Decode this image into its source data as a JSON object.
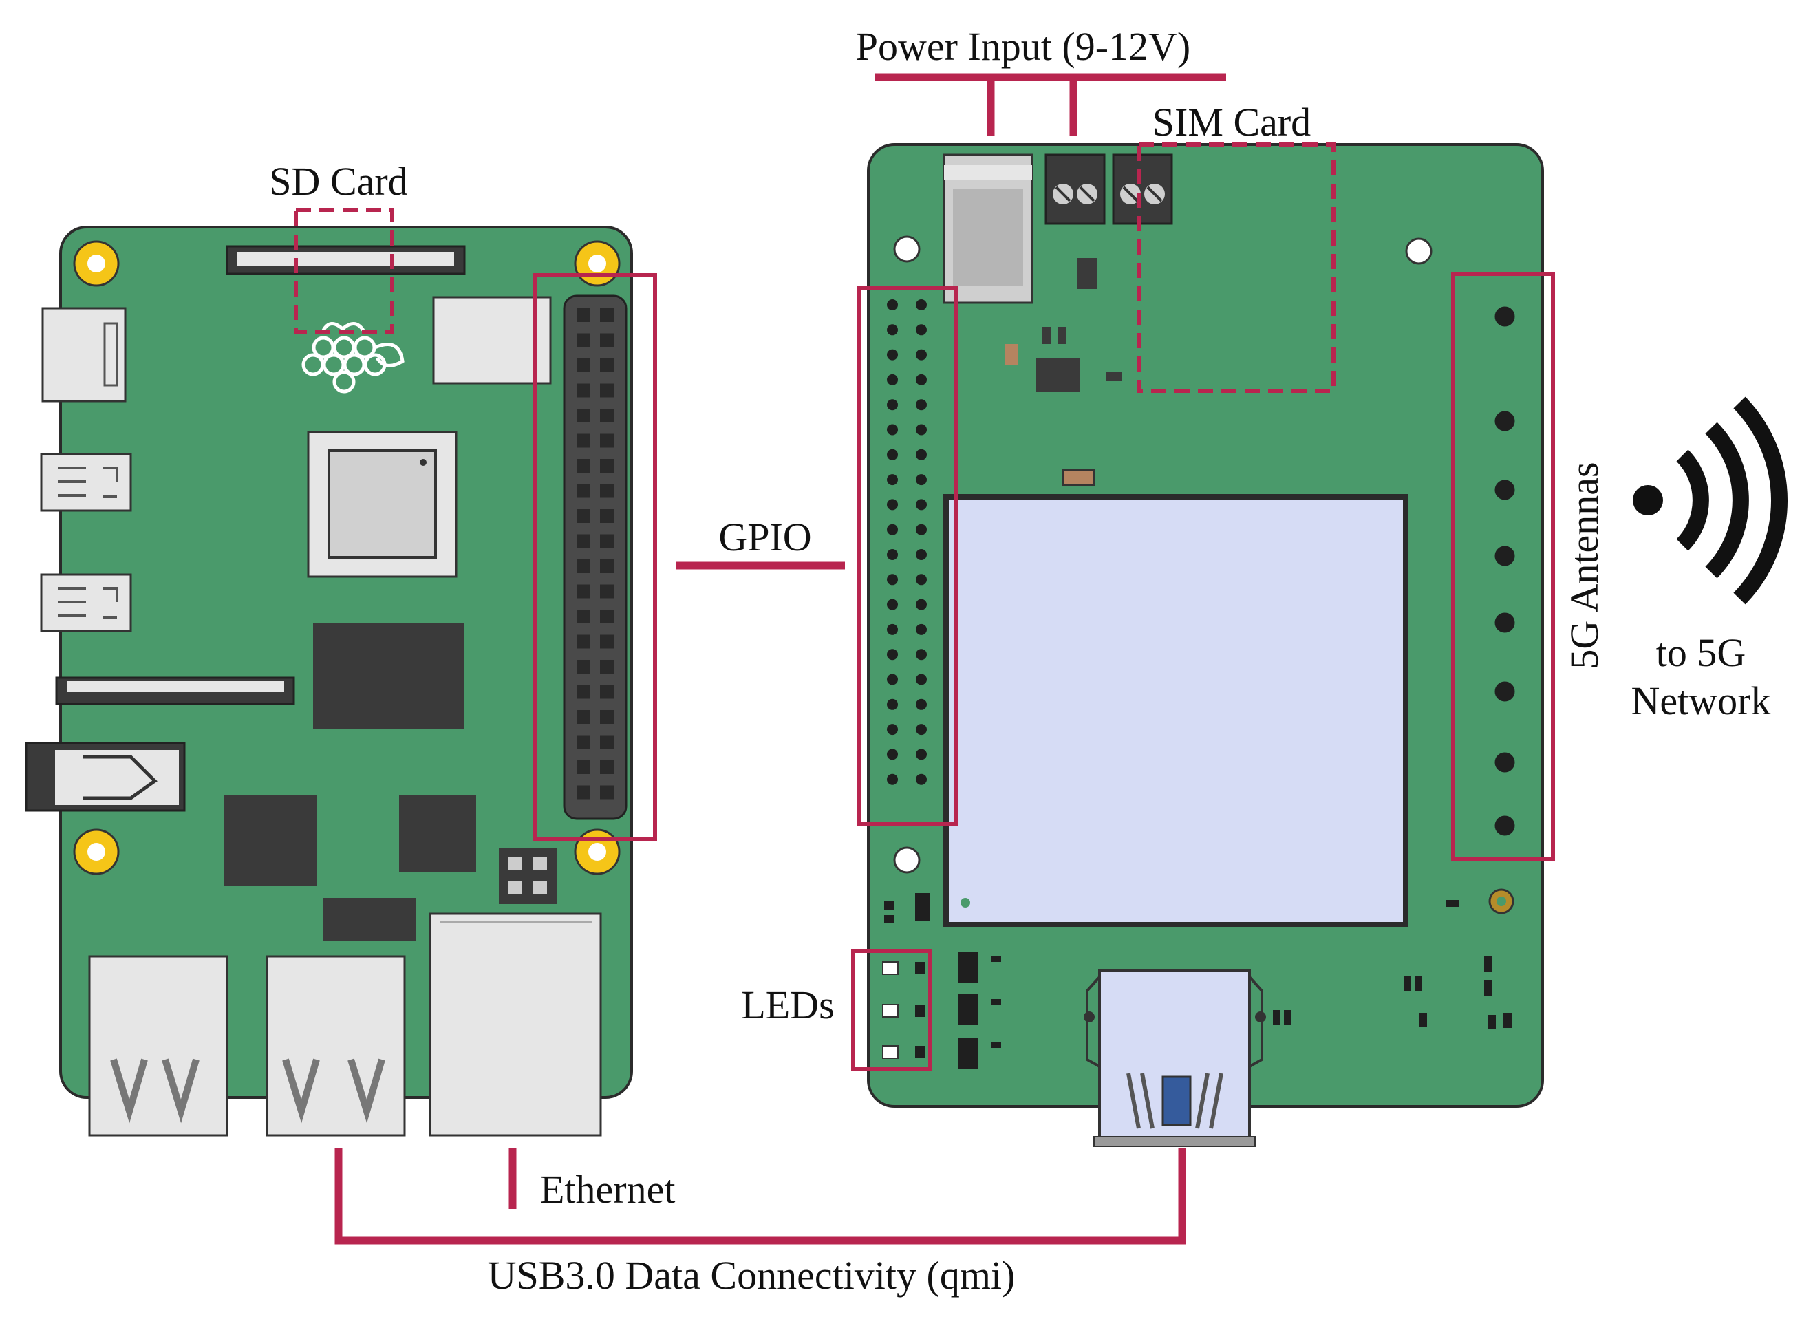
{
  "labels": {
    "sd_card": "SD Card",
    "power_input": "Power Input (9-12V)",
    "sim_card": "SIM Card",
    "gpio": "GPIO",
    "antennas": "5G Antennas",
    "network_line1": "to 5G",
    "network_line2": "Network",
    "leds": "LEDs",
    "ethernet": "Ethernet",
    "usb": "USB3.0 Data Connectivity (qmi)"
  },
  "colors": {
    "board_green": "#4a9a6b",
    "board_edge": "#2b2b2b",
    "highlight": "#b8254f",
    "mount_hole": "#f5c518",
    "module_fill": "#d6dcf5",
    "chip_dark": "#3a3a3a",
    "port_grey": "#e6e6e6"
  },
  "icons": {
    "wireless": "wireless-signal-icon",
    "raspberry_logo": "raspberry-pi-logo-icon"
  }
}
